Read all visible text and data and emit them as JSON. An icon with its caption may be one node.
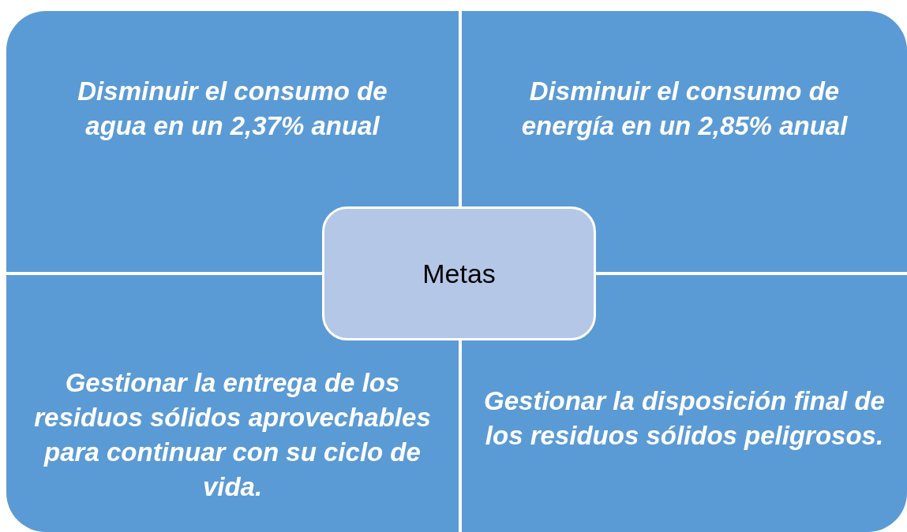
{
  "diagram": {
    "nodes": [
      {
        "text": [
          "Disminuir el consumo de agua en un 2,37% anual"
        ]
      },
      {
        "text": [
          "Disminuir el consumo de energía en un 2,85% anual"
        ]
      },
      {
        "text": [
          "Metas"
        ]
      },
      {
        "text": [
          "Gestionar la entrega de los residuos sólidos aprovechables para continuar con su ciclo de vida."
        ]
      },
      {
        "text": [
          "Gestionar la disposición final de los residuos sólidos peligrosos."
        ]
      }
    ],
    "edges": []
  }
}
